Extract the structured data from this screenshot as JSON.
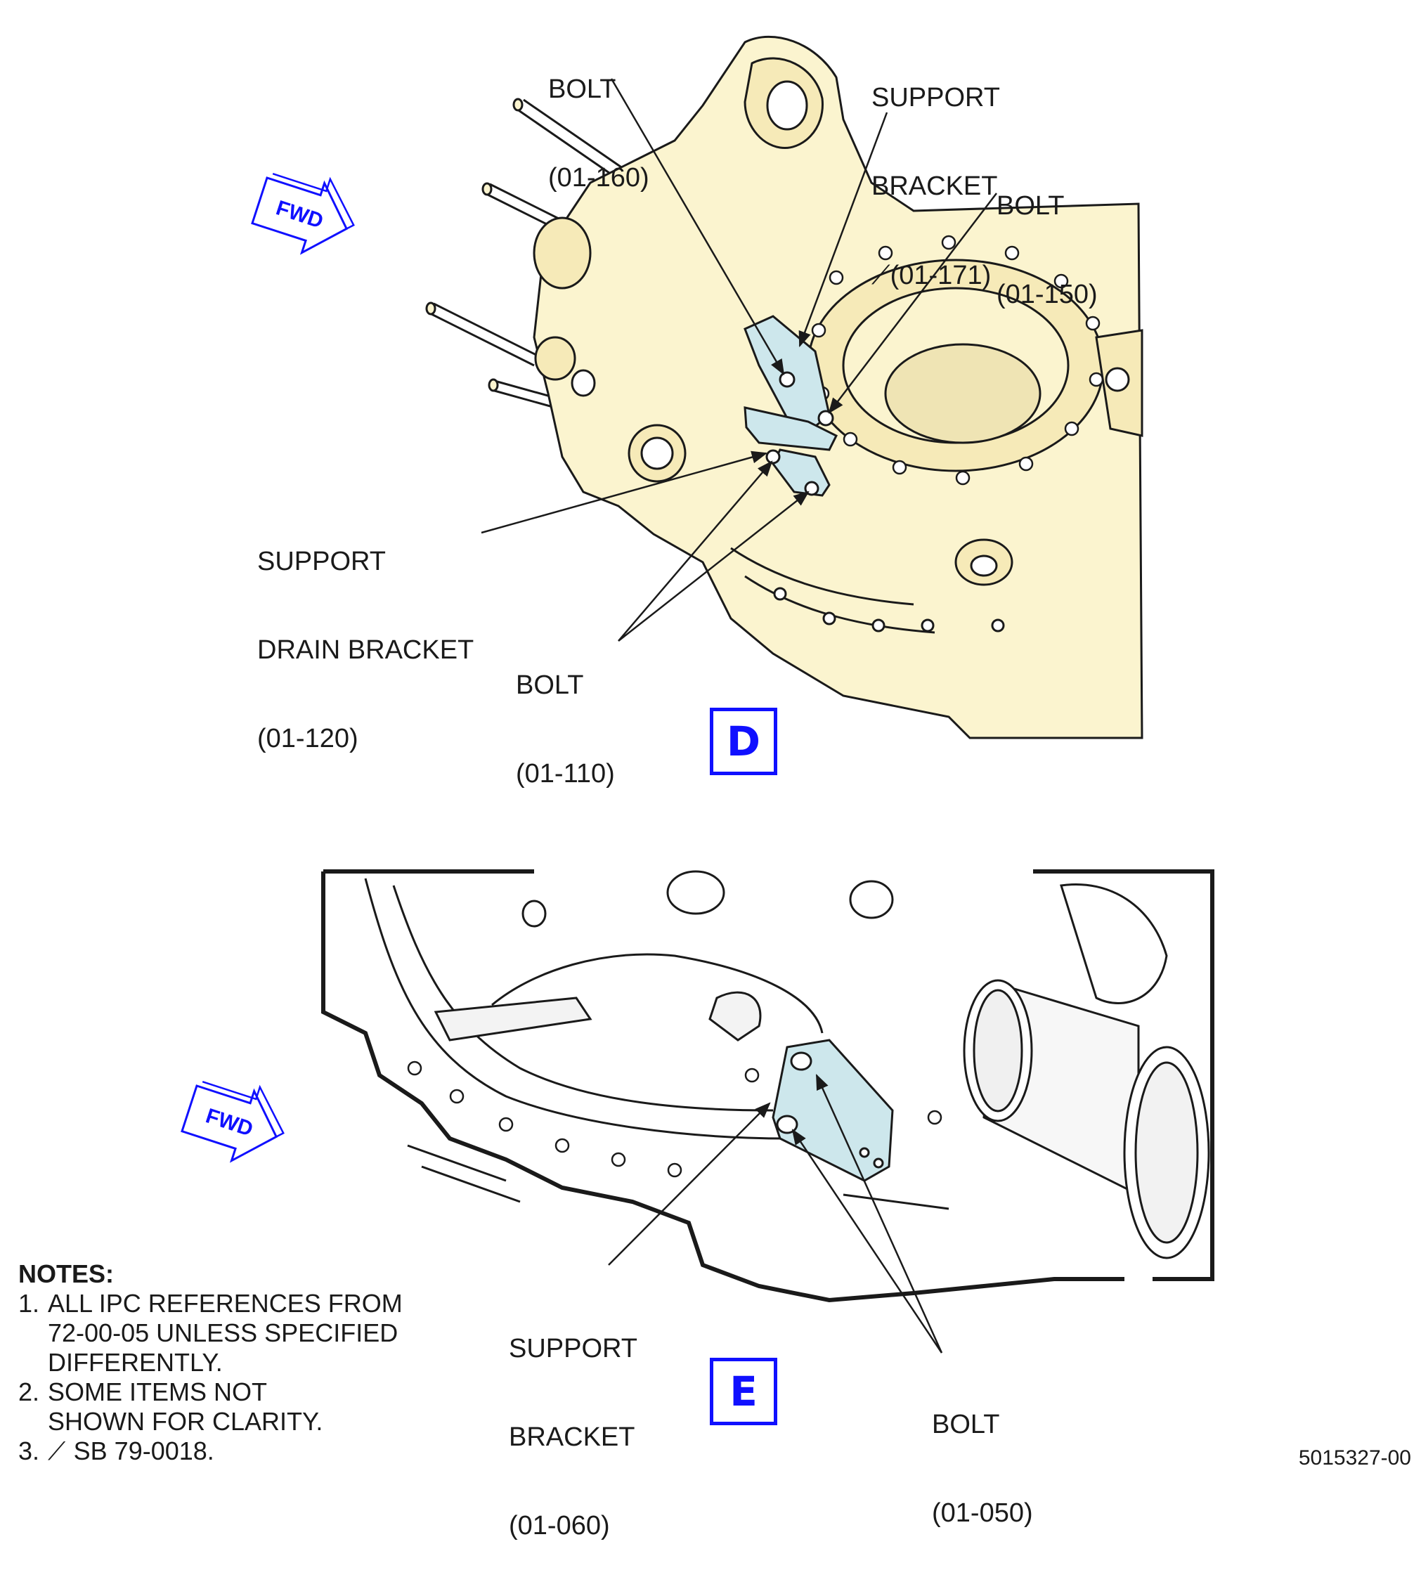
{
  "view_d": {
    "id": "D",
    "fwd_label": "FWD",
    "callouts": {
      "bolt_160": [
        "BOLT",
        "(01-160)"
      ],
      "support_bracket_171": [
        "SUPPORT",
        "BRACKET",
        "(01-171)"
      ],
      "bolt_150": [
        "BOLT",
        "(01-150)"
      ],
      "support_drain_bracket_120": [
        "SUPPORT",
        "DRAIN BRACKET",
        "(01-120)"
      ],
      "bolt_110": [
        "BOLT",
        "(01-110)"
      ]
    }
  },
  "view_e": {
    "id": "E",
    "fwd_label": "FWD",
    "callouts": {
      "support_bracket_060": [
        "SUPPORT",
        "BRACKET",
        "(01-060)"
      ],
      "bolt_050": [
        "BOLT",
        "(01-050)"
      ]
    }
  },
  "notes": {
    "heading": "NOTES:",
    "items": [
      {
        "num": "1.",
        "lines": [
          "ALL IPC REFERENCES FROM",
          "72-00-05 UNLESS SPECIFIED",
          "DIFFERENTLY."
        ]
      },
      {
        "num": "2.",
        "lines": [
          "SOME ITEMS NOT",
          "SHOWN FOR CLARITY."
        ]
      },
      {
        "num": "3.",
        "lines": [
          "SB 79-0018."
        ]
      }
    ]
  },
  "drawing_number": "5015327-00",
  "colors": {
    "housing_fill": "#fbf4cf",
    "highlight_fill": "#cde7ec",
    "fwd_blue": "#1010ff",
    "ink": "#1a1a1a"
  }
}
